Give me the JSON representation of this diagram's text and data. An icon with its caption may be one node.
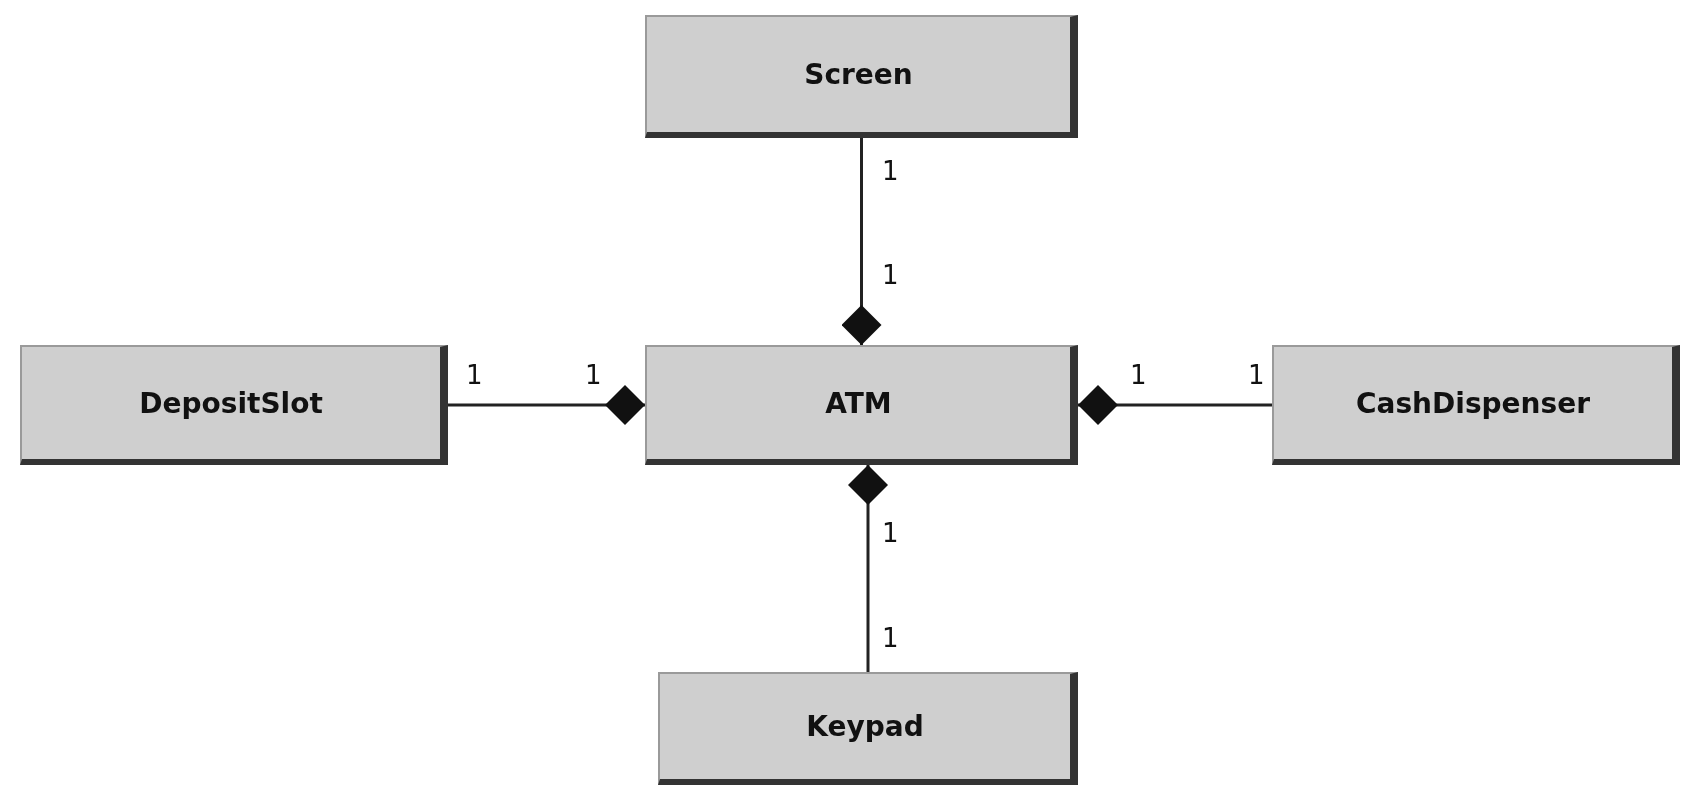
{
  "diagram": {
    "nodes": [
      {
        "text": [
          "Screen"
        ]
      },
      {
        "text": [
          "DepositSlot"
        ]
      },
      {
        "text": [
          "ATM"
        ]
      },
      {
        "text": [
          "CashDispenser"
        ]
      },
      {
        "text": [
          "Keypad"
        ]
      }
    ],
    "edges": [
      {
        "from": 2,
        "to": 0,
        "arrow": "other"
      },
      {
        "from": 2,
        "to": 1,
        "arrow": "other"
      },
      {
        "from": 2,
        "to": 3,
        "arrow": "other"
      },
      {
        "from": 2,
        "to": 4,
        "arrow": "other"
      }
    ],
    "labels": [
      "1",
      "1",
      "1",
      "1",
      "1",
      "1",
      "1",
      "1"
    ]
  }
}
